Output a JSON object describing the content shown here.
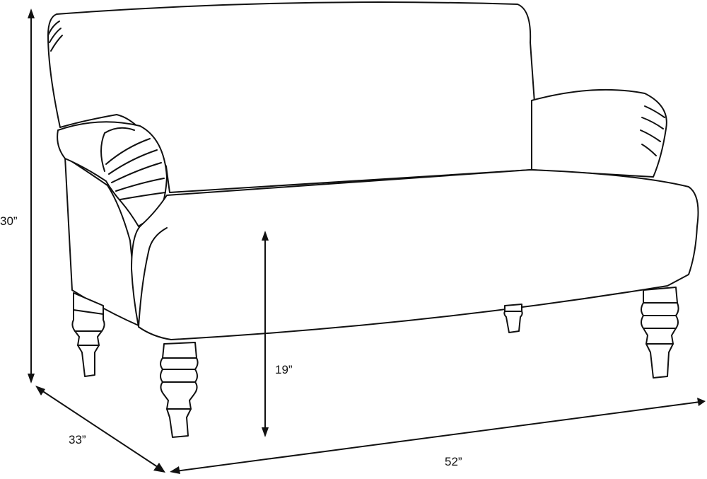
{
  "diagram": {
    "dimensions": {
      "height": "30”",
      "seat_height": "19”",
      "depth": "33”",
      "width": "52”"
    },
    "line_color": "#111111",
    "background": "#ffffff"
  }
}
